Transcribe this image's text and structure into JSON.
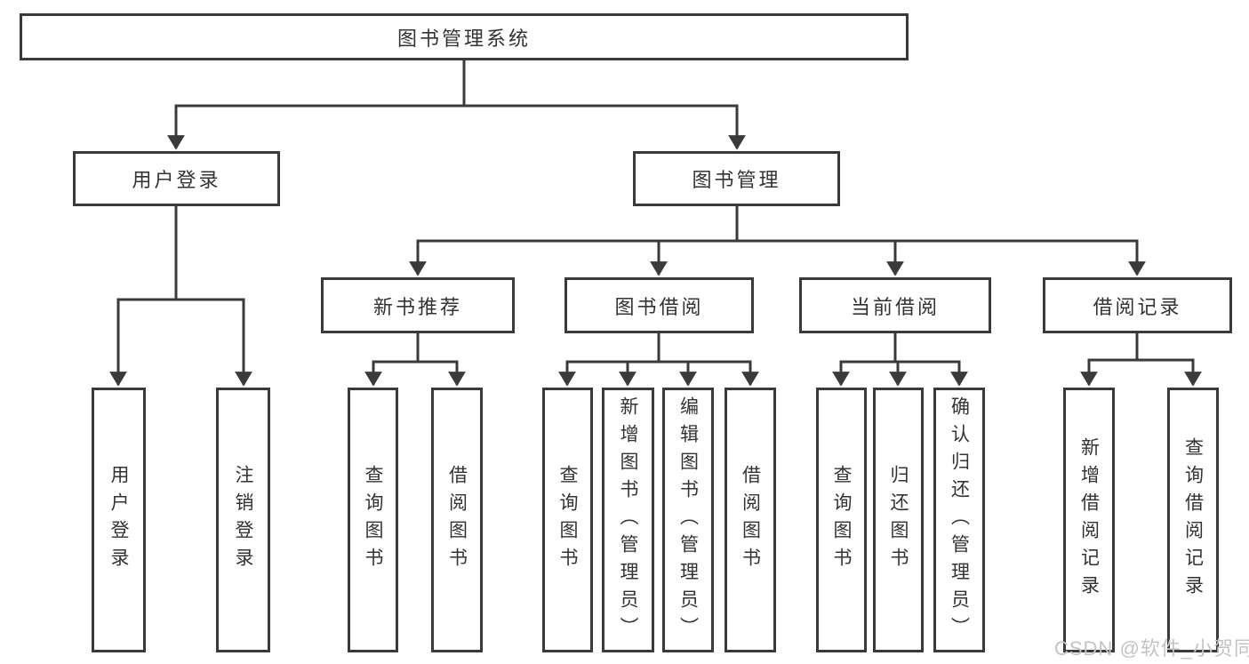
{
  "diagram": {
    "root": {
      "label": "图书管理系统"
    },
    "level2": [
      {
        "label": "用户登录"
      },
      {
        "label": "图书管理"
      }
    ],
    "level3": [
      {
        "label": "新书推荐"
      },
      {
        "label": "图书借阅"
      },
      {
        "label": "当前借阅"
      },
      {
        "label": "借阅记录"
      }
    ],
    "leaves": [
      {
        "label": "用户登录"
      },
      {
        "label": "注销登录"
      },
      {
        "label": "查询图书"
      },
      {
        "label": "借阅图书"
      },
      {
        "label": "查询图书"
      },
      {
        "label": "新增图书（管理员）"
      },
      {
        "label": "编辑图书（管理员）"
      },
      {
        "label": "借阅图书"
      },
      {
        "label": "查询图书"
      },
      {
        "label": "归还图书"
      },
      {
        "label": "确认归还（管理员）"
      },
      {
        "label": "新增借阅记录"
      },
      {
        "label": "查询借阅记录"
      }
    ]
  },
  "watermark": {
    "text": "CSDN @软件_小贺同学"
  },
  "colors": {
    "line": "#3a3a3a",
    "text": "#333333",
    "watermark": "#c4c4c4",
    "background": "#ffffff"
  }
}
